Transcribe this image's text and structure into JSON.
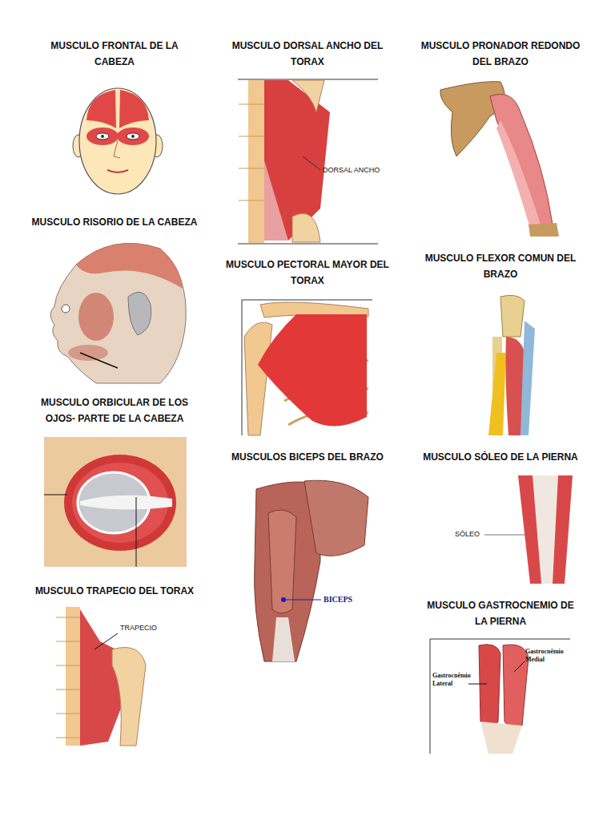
{
  "diagram": {
    "labels": [
      "MUSCULO FRONTAL DE LA CABEZA",
      "MUSCULO RISORIO DE LA CABEZA",
      "MUSCULO ORBICULAR DE LOS OJOS- PARTE DE LA CABEZA",
      "MUSCULO TRAPECIO DEL TORAX",
      "TRAPECIO",
      "MUSCULO DORSAL ANCHO DEL TORAX",
      "DORSAL ANCHO",
      "MUSCULO PECTORAL MAYOR DEL TORAX",
      "MUSCULOS BICEPS DEL BRAZO",
      "BICEPS",
      "MUSCULO PRONADOR REDONDO DEL BRAZO",
      "MUSCULO FLEXOR COMUN DEL BRAZO",
      "MUSCULO SÓLEO DE LA PIERNA",
      "SÓLEO",
      "MUSCULO GASTROCNEMIO DE LA PIERNA",
      "Gastrocnêmio Medial",
      "Gastrocnêmio Lateral"
    ]
  }
}
